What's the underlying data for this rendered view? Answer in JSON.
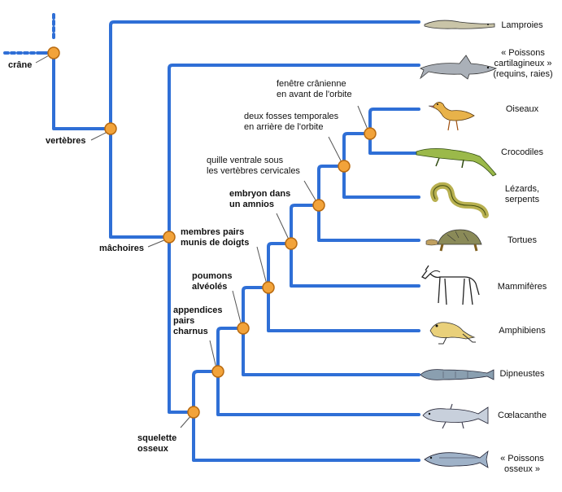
{
  "colors": {
    "branch": "#2f6fd6",
    "node_fill": "#f2a33a",
    "node_stroke": "#b86a10",
    "tick": "#555555"
  },
  "characters": {
    "crane": "crâne",
    "vertebres": "vertèbres",
    "machoires": "mâchoires",
    "membres_pairs": [
      "membres pairs",
      "munis de doigts"
    ],
    "embryon": [
      "embryon dans",
      "un amnios"
    ],
    "quille": [
      "quille ventrale sous",
      "les vertèbres cervicales"
    ],
    "fosses": [
      "deux fosses temporales",
      "en arrière de l'orbite"
    ],
    "fenetre": [
      "fenêtre crânienne",
      "en avant de l'orbite"
    ],
    "poumons": [
      "poumons",
      "alvéolés"
    ],
    "appendices": [
      "appendices",
      "pairs",
      "charnus"
    ],
    "squelette": [
      "squelette",
      "osseux"
    ]
  },
  "taxa": [
    {
      "label": [
        "Lamproies"
      ],
      "icon": "lamprey-icon"
    },
    {
      "label": [
        "« Poissons",
        "cartilagineux »",
        "(requins, raies)"
      ],
      "icon": "shark-icon"
    },
    {
      "label": [
        "Oiseaux"
      ],
      "icon": "bird-icon"
    },
    {
      "label": [
        "Crocodiles"
      ],
      "icon": "crocodile-icon"
    },
    {
      "label": [
        "Lézards,",
        "serpents"
      ],
      "icon": "snake-icon"
    },
    {
      "label": [
        "Tortues"
      ],
      "icon": "turtle-icon"
    },
    {
      "label": [
        "Mammifères"
      ],
      "icon": "horse-icon"
    },
    {
      "label": [
        "Amphibiens"
      ],
      "icon": "frog-icon"
    },
    {
      "label": [
        "Dipneustes"
      ],
      "icon": "lungfish-icon"
    },
    {
      "label": [
        "Cœlacanthe"
      ],
      "icon": "coelacanth-icon"
    },
    {
      "label": [
        "« Poissons",
        "osseux »"
      ],
      "icon": "bony-fish-icon"
    }
  ]
}
